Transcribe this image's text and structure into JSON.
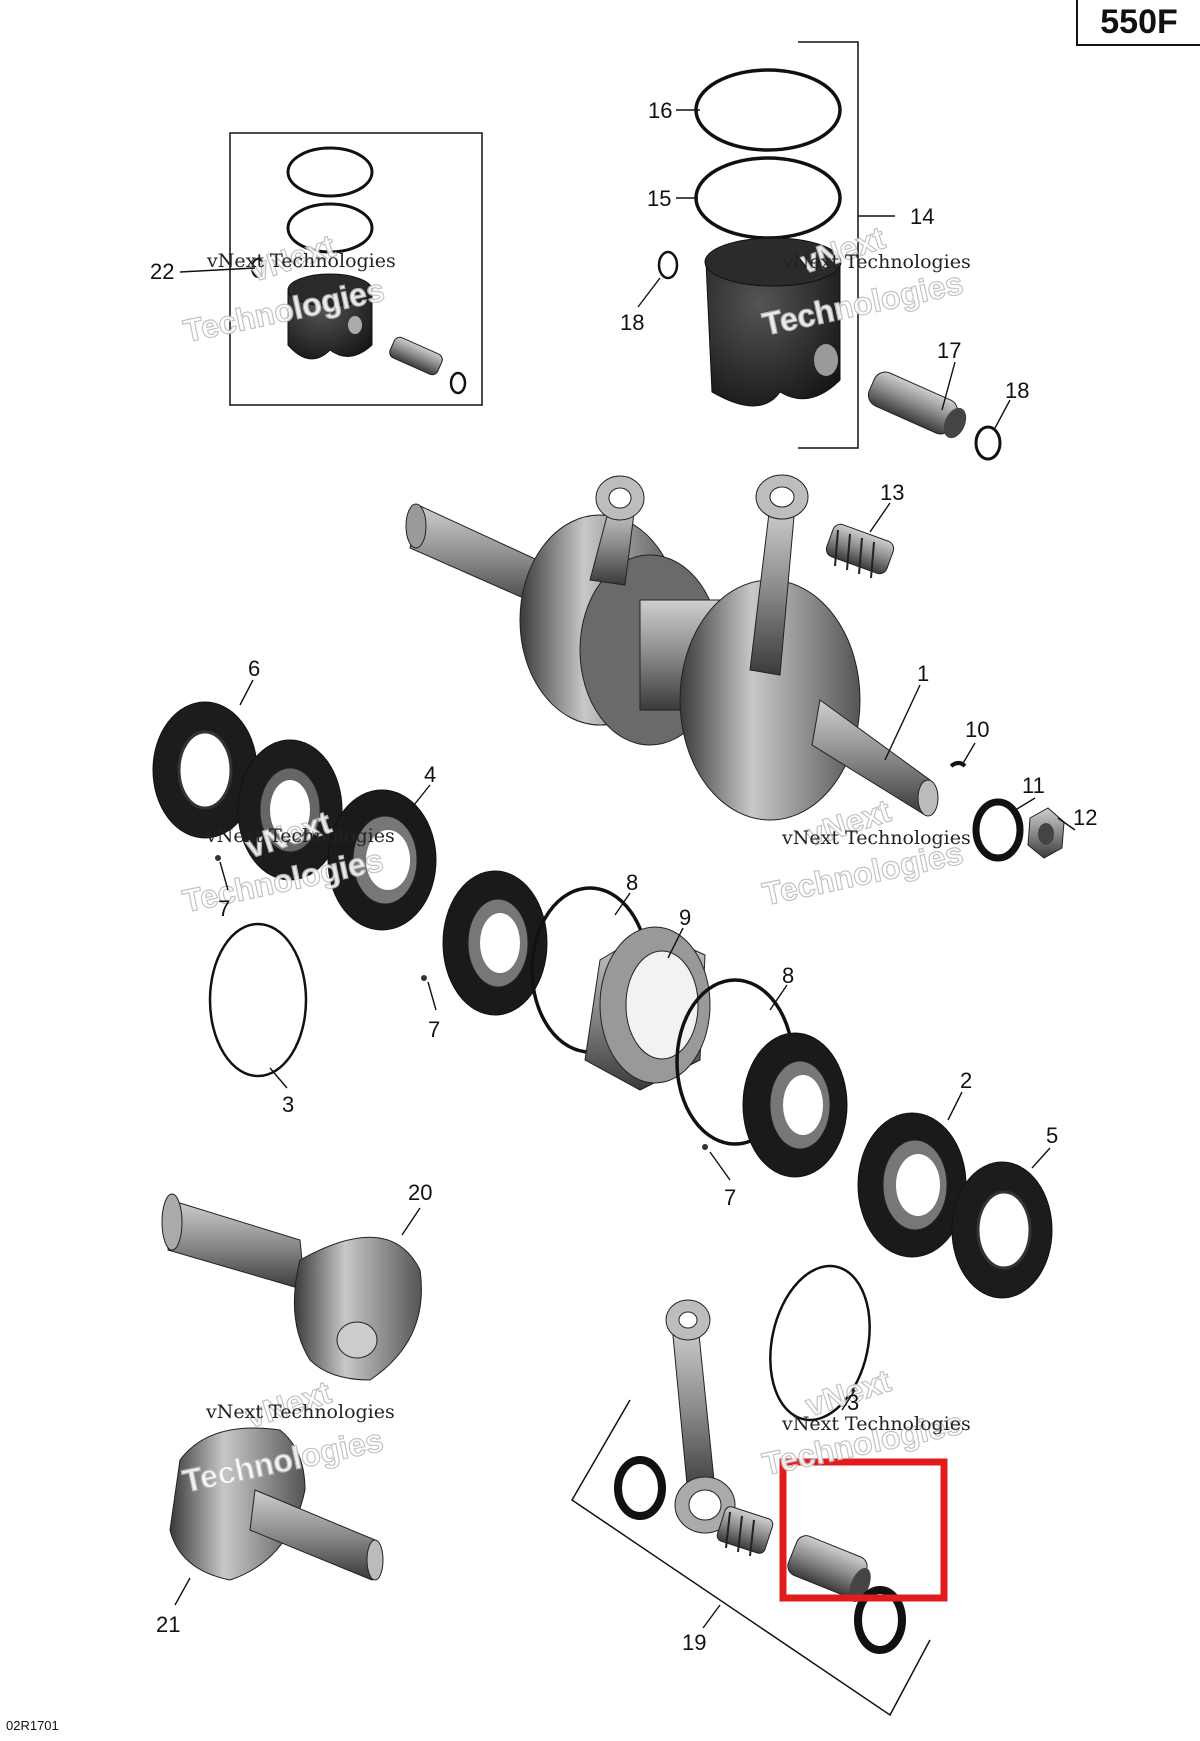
{
  "header": {
    "model": "550F"
  },
  "footer": {
    "reference": "02R1701"
  },
  "watermark": {
    "small": "vNext Technologies",
    "line1": "vNext",
    "line2": "Technologies"
  },
  "highlight": {
    "color": "#e01c1c",
    "target_part": "19"
  },
  "callouts": [
    "16",
    "15",
    "14",
    "18",
    "17",
    "18",
    "22",
    "13",
    "1",
    "10",
    "11",
    "12",
    "6",
    "4",
    "7",
    "8",
    "9",
    "8",
    "7",
    "7",
    "3",
    "2",
    "5",
    "20",
    "3",
    "21",
    "19"
  ]
}
